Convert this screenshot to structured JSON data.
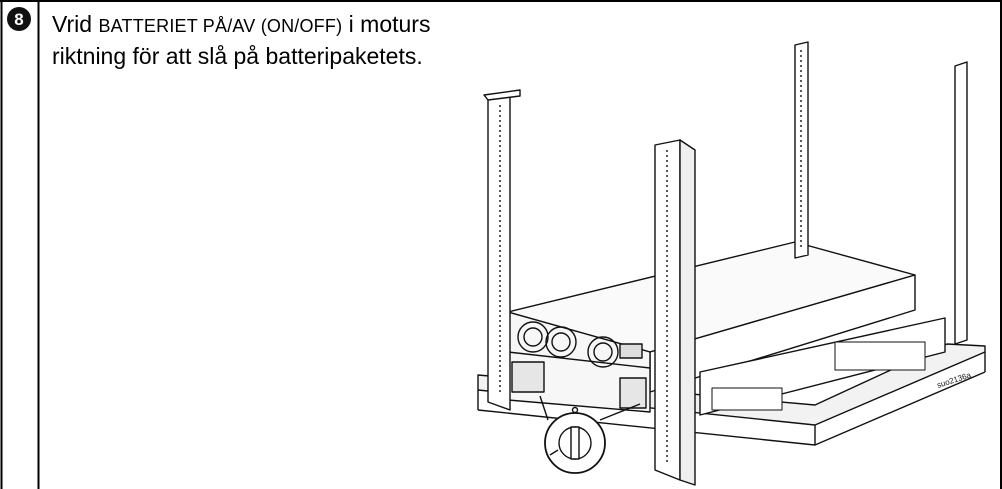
{
  "step": {
    "number": "8"
  },
  "instruction": {
    "prefix": "Vrid ",
    "label": "BATTERIET PÅ/AV (ON/OFF)",
    "suffix": " i moturs riktning för att slå på batteripaketets."
  },
  "figure": {
    "code": "suo2136a"
  }
}
